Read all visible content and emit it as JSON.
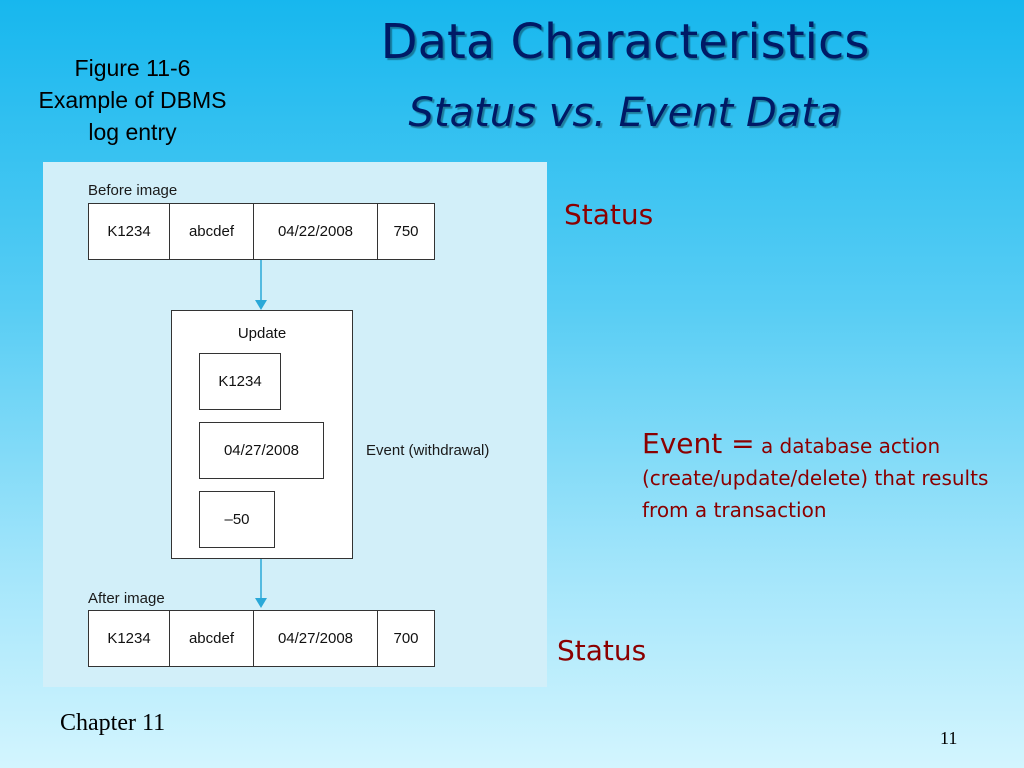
{
  "title": "Data Characteristics",
  "subtitle": "Status vs. Event Data",
  "caption": [
    "Figure 11-6",
    "Example of DBMS",
    "log entry"
  ],
  "figure": {
    "before_label": "Before image",
    "before_row": [
      "K1234",
      "abcdef",
      "04/22/2008",
      "750"
    ],
    "update_label": "Update",
    "update_fields": [
      "K1234",
      "04/27/2008",
      "–50"
    ],
    "event_label": "Event (withdrawal)",
    "after_label": "After image",
    "after_row": [
      "K1234",
      "abcdef",
      "04/27/2008",
      "700"
    ]
  },
  "status_top": "Status",
  "status_bottom": "Status",
  "event_term": "Event =",
  "event_definition": "a database action (create/update/delete) that results from a transaction",
  "footer": {
    "chapter": "Chapter 11",
    "page": "11"
  },
  "colors": {
    "title": "#001a66",
    "accent": "#8b0000",
    "arrow": "#2aa8d8"
  }
}
